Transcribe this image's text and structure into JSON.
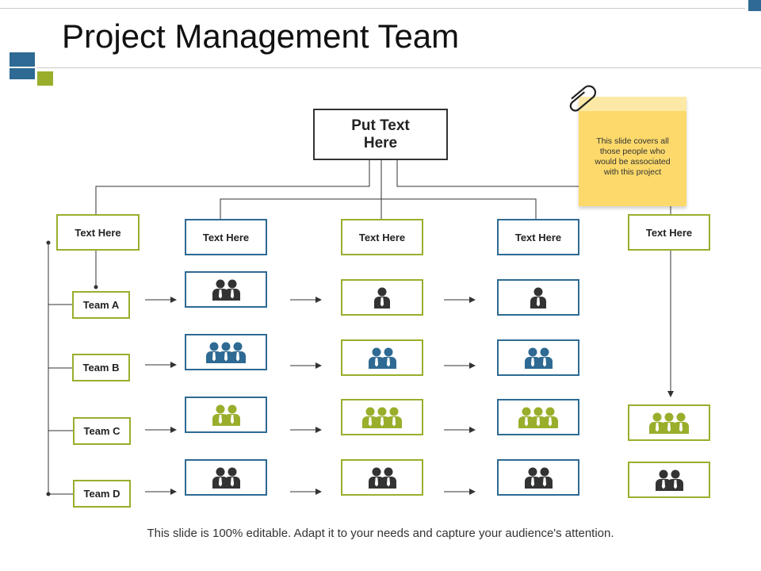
{
  "title": "Project Management Team",
  "root_box": {
    "label": "Put Text Here"
  },
  "columns": [
    {
      "label": "Text Here"
    },
    {
      "label": "Text Here"
    },
    {
      "label": "Text Here"
    },
    {
      "label": "Text Here"
    },
    {
      "label": "Text Here"
    }
  ],
  "teams": [
    {
      "label": "Team A"
    },
    {
      "label": "Team B"
    },
    {
      "label": "Team C"
    },
    {
      "label": "Team D"
    }
  ],
  "sticky_note": {
    "text": "This slide covers all those people who would be associated with this project"
  },
  "footer": "This slide is 100% editable. Adapt it to your needs and capture your audience's attention.",
  "colors": {
    "blue": "#2e6a93",
    "green": "#9aae2c",
    "dark": "#333333",
    "note": "#fcd96a"
  }
}
